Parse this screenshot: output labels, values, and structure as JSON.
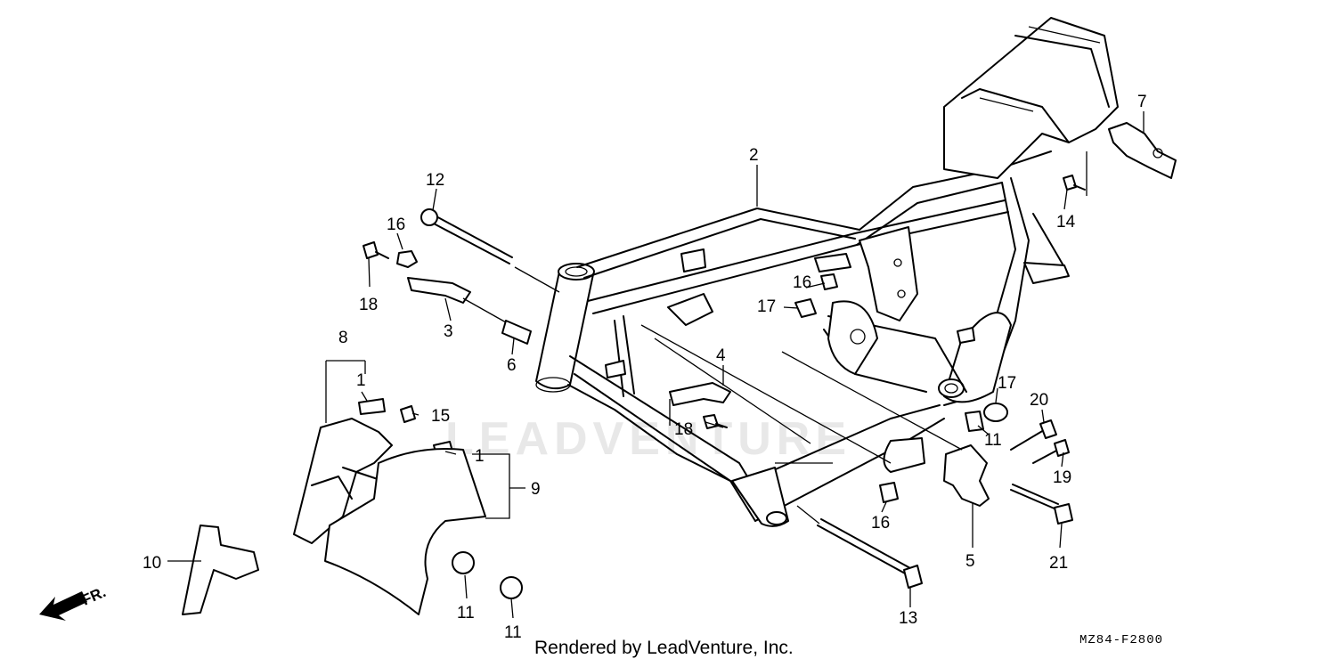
{
  "diagram": {
    "watermark": "LEADVENTURE",
    "part_callouts": [
      {
        "id": "c1a",
        "label": "1"
      },
      {
        "id": "c1b",
        "label": "1"
      },
      {
        "id": "c2",
        "label": "2"
      },
      {
        "id": "c3",
        "label": "3"
      },
      {
        "id": "c4",
        "label": "4"
      },
      {
        "id": "c5",
        "label": "5"
      },
      {
        "id": "c6",
        "label": "6"
      },
      {
        "id": "c7",
        "label": "7"
      },
      {
        "id": "c8",
        "label": "8"
      },
      {
        "id": "c9",
        "label": "9"
      },
      {
        "id": "c10",
        "label": "10"
      },
      {
        "id": "c11a",
        "label": "11"
      },
      {
        "id": "c11b",
        "label": "11"
      },
      {
        "id": "c11c",
        "label": "11"
      },
      {
        "id": "c12",
        "label": "12"
      },
      {
        "id": "c13",
        "label": "13"
      },
      {
        "id": "c14",
        "label": "14"
      },
      {
        "id": "c15",
        "label": "15"
      },
      {
        "id": "c16a",
        "label": "16"
      },
      {
        "id": "c16b",
        "label": "16"
      },
      {
        "id": "c16c",
        "label": "16"
      },
      {
        "id": "c17a",
        "label": "17"
      },
      {
        "id": "c17b",
        "label": "17"
      },
      {
        "id": "c18a",
        "label": "18"
      },
      {
        "id": "c18b",
        "label": "18"
      },
      {
        "id": "c19",
        "label": "19"
      },
      {
        "id": "c20",
        "label": "20"
      },
      {
        "id": "c21",
        "label": "21"
      }
    ],
    "direction_label": "FR.",
    "credit": "Rendered by LeadVenture, Inc.",
    "diagram_code": "MZ84-F2800"
  }
}
